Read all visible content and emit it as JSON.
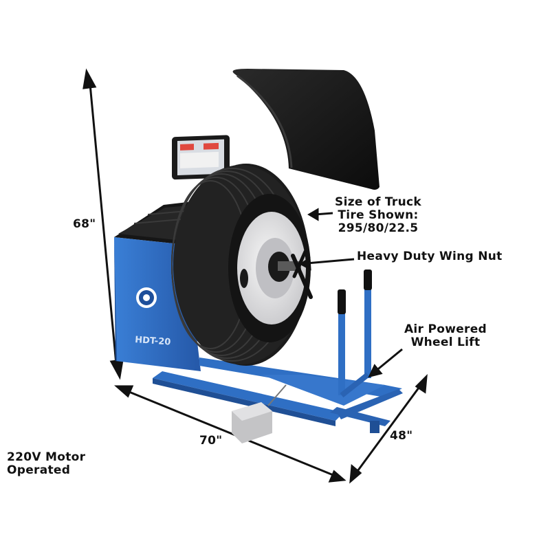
{
  "dimensions": {
    "height": "68\"",
    "width": "70\"",
    "depth": "48\""
  },
  "callouts": {
    "tire_size": [
      "Size of Truck",
      "Tire Shown:",
      "295/80/22.5"
    ],
    "wing_nut": "Heavy Duty Wing Nut",
    "wheel_lift": [
      "Air Powered",
      "Wheel Lift"
    ],
    "motor": [
      "220V Motor",
      "Operated"
    ]
  },
  "machine": {
    "model_badge": "HDT-20",
    "colors": {
      "body_blue": "#2f6fc4",
      "tire_black": "#1b1b1b",
      "rim_white": "#e9e9ea",
      "hood_black": "#151515",
      "display_red": "#e0483f"
    }
  }
}
